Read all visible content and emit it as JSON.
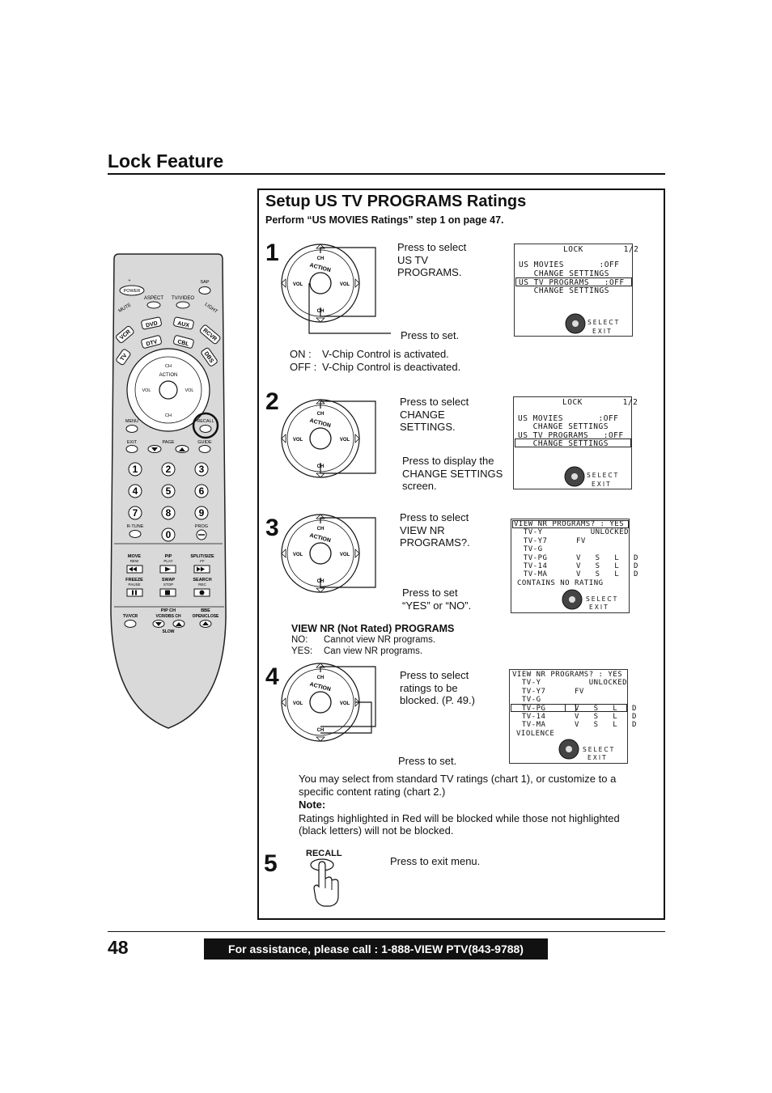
{
  "section_title": "Lock Feature",
  "setup": {
    "title": "Setup US TV PROGRAMS Ratings",
    "subtitle": "Perform “US MOVIES Ratings” step 1 on page 47."
  },
  "dial": {
    "ch": "CH",
    "action": "ACTION",
    "vol": "VOL"
  },
  "steps": [
    {
      "number": "1",
      "select_text": [
        "Press to select",
        "US TV",
        "PROGRAMS."
      ],
      "set_text": "Press to set.",
      "osd": {
        "lines": [
          "LOCK        1/2",
          "US MOVIES       :OFF",
          "   CHANGE SETTINGS",
          "US TV PROGRAMS   :OFF",
          "   CHANGE SETTINGS"
        ],
        "select": "SELECT",
        "exit": "EXIT"
      },
      "notes": [
        {
          "label": "ON :",
          "text": "V-Chip Control is activated."
        },
        {
          "label": "OFF :",
          "text": "V-Chip Control is deactivated."
        }
      ]
    },
    {
      "number": "2",
      "select_text": [
        "Press to select",
        "CHANGE",
        "SETTINGS."
      ],
      "set_text": [
        "Press to display the",
        "CHANGE SETTINGS",
        "screen."
      ],
      "osd": {
        "lines": [
          "LOCK        1/2",
          "US MOVIES       :OFF",
          "   CHANGE SETTINGS",
          "US TV PROGRAMS   :OFF",
          "   CHANGE SETTINGS"
        ],
        "select": "SELECT",
        "exit": "EXIT"
      }
    },
    {
      "number": "3",
      "select_text": [
        "Press to select",
        "VIEW NR",
        "PROGRAMS?."
      ],
      "set_text": [
        "Press to set",
        "“YES” or “NO”."
      ],
      "osd": {
        "lines": [
          "VIEW NR PROGRAMS? : YES",
          "  TV-Y          UNLOCKED",
          "  TV-Y7      FV",
          "  TV-G",
          "  TV-PG      V   S   L   D",
          "  TV-14      V   S   L   D",
          "  TV-MA      V   S   L   D",
          "CONTAINS NO RATING"
        ],
        "select": "SELECT",
        "exit": "EXIT"
      },
      "nr_title": "VIEW NR (Not Rated) PROGRAMS",
      "nr_notes": [
        {
          "label": "NO:",
          "text": "Cannot view NR programs."
        },
        {
          "label": "YES:",
          "text": "Can view NR programs."
        }
      ]
    },
    {
      "number": "4",
      "select_text": [
        "Press to select",
        "ratings to be",
        "blocked. (P. 49.)"
      ],
      "set_text": "Press to set.",
      "osd": {
        "lines": [
          "VIEW NR PROGRAMS? : YES",
          "  TV-Y          UNLOCKED",
          "  TV-Y7      FV",
          "  TV-G",
          "  TV-PG      V   S   L   D",
          "  TV-14      V   S   L   D",
          "  TV-MA      V   S   L   D",
          "VIOLENCE"
        ],
        "select": "SELECT",
        "exit": "EXIT"
      },
      "para": [
        "You may select from standard TV ratings (chart 1), or customize to a",
        "specific content rating (chart 2.)"
      ],
      "note_label": "Note:",
      "note_text": [
        "Ratings highlighted in Red will be blocked while those not highlighted",
        "(black letters) will not be blocked."
      ]
    },
    {
      "number": "5",
      "button_label": "RECALL",
      "text": "Press to exit menu."
    }
  ],
  "remote": {
    "power": "POWER",
    "sap": "SAP",
    "mute": "MUTE",
    "aspect": "ASPECT",
    "tv_video": "TV/VIDEO",
    "light": "LIGHT",
    "vcr": "VCR",
    "dvd": "DVD",
    "aux": "AUX",
    "rcvr": "RCVR",
    "tv": "TV",
    "dtv": "DTV",
    "cbl": "CBL",
    "dbs": "DBS",
    "menu": "MENU",
    "recall": "RECALL",
    "exit": "EXIT",
    "page": "PAGE",
    "guide": "GUIDE",
    "digits": [
      "1",
      "2",
      "3",
      "4",
      "5",
      "6",
      "7",
      "8",
      "9"
    ],
    "zero": "0",
    "rtune": "R-TUNE",
    "prog": "PROG",
    "move": "MOVE",
    "rew": "REW",
    "pip": "PIP",
    "play": "PLAY",
    "split": "SPLIT/SIZE",
    "ff": "FF",
    "freeze": "FREEZE",
    "pause": "PAUSE",
    "swap": "SWAP",
    "stop": "STOP",
    "search": "SEARCH",
    "rec": "REC",
    "tvvcr": "TV/VCR",
    "pipch": "PIP CH",
    "vcrdbs": "VCR/DBS CH",
    "bbe": "BBE",
    "openclose": "OPEN/CLOSE",
    "slow": "SLOW"
  },
  "footer": {
    "page_number": "48",
    "assist": "For assistance, please call : 1-888-VIEW PTV(843-9788)"
  }
}
